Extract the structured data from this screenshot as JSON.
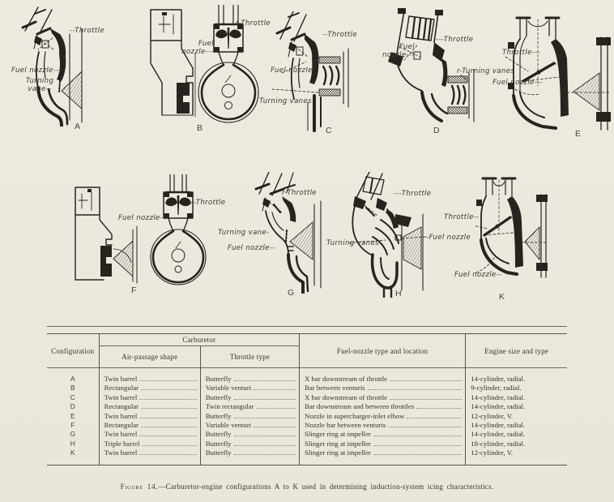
{
  "colors": {
    "paper": "#ece9df",
    "ink": "#26241f",
    "text": "#36342c"
  },
  "diagrams": {
    "A": {
      "letter": "A",
      "labels": {
        "throttle": "--Throttle",
        "fuel_nozzle": "Fuel nozzle--",
        "turning_vane": "Turning\nvane--"
      }
    },
    "B": {
      "letter": "B",
      "labels": {
        "fuel_nozzle": "Fuel\nnozzle---",
        "throttle": "r-Throttle"
      }
    },
    "C": {
      "letter": "C",
      "labels": {
        "throttle": "--Throttle",
        "fuel_nozzle": "Fuel nozzle-",
        "turning_vanes": "Turning vanes"
      }
    },
    "D": {
      "letter": "D",
      "labels": {
        "fuel_nozzle": "Fuel\nnozzle---",
        "throttle": "---Throttle",
        "turning_vanes": "r-Turning vanes"
      }
    },
    "E": {
      "letter": "E",
      "labels": {
        "throttle": "Throttle---",
        "fuel_nozzle": "Fuel nozzle---"
      }
    },
    "F": {
      "letter": "F",
      "labels": {
        "fuel_nozzle": "Fuel nozzle---",
        "throttle": "---Throttle"
      }
    },
    "G": {
      "letter": "G",
      "labels": {
        "throttle": "r-Throttle",
        "turning_vane": "Turning vane-",
        "fuel_nozzle": "Fuel nozzle--"
      }
    },
    "H": {
      "letter": "H",
      "labels": {
        "throttle": "---Throttle",
        "turning_vanes": "Turning vanes-",
        "fuel_nozzle": "-Fuel nozzle"
      }
    },
    "K": {
      "letter": "K",
      "labels": {
        "throttle": "Throttle--",
        "fuel_nozzle": "Fuel nozzle--"
      }
    }
  },
  "table": {
    "headers": {
      "configuration": "Configuration",
      "carburetor": "Carburetor",
      "air_passage": "Air-passage shape",
      "throttle_type": "Throttle type",
      "fuel_nozzle": "Fuel-nozzle type and location",
      "engine": "Engine size and type"
    },
    "rows": [
      {
        "config": "A",
        "air": "Twin barrel",
        "throttle": "Butterfly",
        "nozzle": "X bar downstream of throttle",
        "engine": "14-cylinder, radial."
      },
      {
        "config": "B",
        "air": "Rectangular",
        "throttle": "Variable venturi",
        "nozzle": "Bar between venturis",
        "engine": "9-cylinder, radial."
      },
      {
        "config": "C",
        "air": "Twin barrel",
        "throttle": "Butterfly",
        "nozzle": "X bar downstream of throttle",
        "engine": "14-cylinder, radial."
      },
      {
        "config": "D",
        "air": "Rectangular",
        "throttle": "Twin rectangular",
        "nozzle": "Bar downstream and between throttles",
        "engine": "14-cylinder, radial."
      },
      {
        "config": "E",
        "air": "Twin barrel",
        "throttle": "Butterfly",
        "nozzle": "Nozzle in supercharger-inlet elbow",
        "engine": "12-cylinder, V."
      },
      {
        "config": "F",
        "air": "Rectangular",
        "throttle": "Variable venturi",
        "nozzle": "Nozzle bar between venturis",
        "engine": "14-cylinder, radial."
      },
      {
        "config": "G",
        "air": "Twin barrel",
        "throttle": "Butterfly",
        "nozzle": "Slinger ring at impeller",
        "engine": "14-cylinder, radial."
      },
      {
        "config": "H",
        "air": "Triple barrel",
        "throttle": "Butterfly",
        "nozzle": "Slinger ring at impeller",
        "engine": "18-cylinder, radial."
      },
      {
        "config": "K",
        "air": "Twin barrel",
        "throttle": "Butterfly",
        "nozzle": "Slinger ring at impeller",
        "engine": "12-cylinder, V."
      }
    ]
  },
  "figure": {
    "caption_label": "Figure 14.",
    "caption_rest": "—Carburetor-engine configurations A to K used in determining induction-system icing characteristics."
  }
}
